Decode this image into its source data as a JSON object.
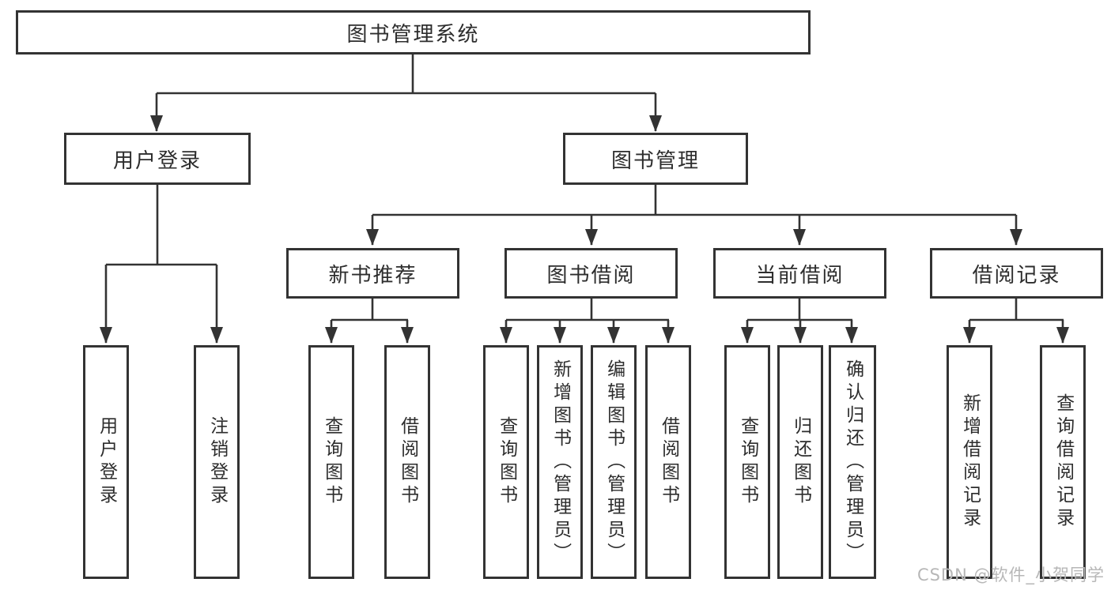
{
  "tree": {
    "root": {
      "label": "图书管理系统"
    },
    "children": [
      {
        "label": "用户登录",
        "children": [
          {
            "label": "用户登录"
          },
          {
            "label": "注销登录"
          }
        ]
      },
      {
        "label": "图书管理",
        "children": [
          {
            "label": "新书推荐",
            "children": [
              {
                "label": "查询图书"
              },
              {
                "label": "借阅图书"
              }
            ]
          },
          {
            "label": "图书借阅",
            "children": [
              {
                "label": "查询图书"
              },
              {
                "label": "新增图书（管理员）"
              },
              {
                "label": "编辑图书（管理员）"
              },
              {
                "label": "借阅图书"
              }
            ]
          },
          {
            "label": "当前借阅",
            "children": [
              {
                "label": "查询图书"
              },
              {
                "label": "归还图书"
              },
              {
                "label": "确认归还（管理员）"
              }
            ]
          },
          {
            "label": "借阅记录",
            "children": [
              {
                "label": "新增借阅记录"
              },
              {
                "label": "查询借阅记录"
              }
            ]
          }
        ]
      }
    ]
  },
  "watermark": {
    "text": "CSDN @软件_小贺同学"
  },
  "colors": {
    "line": "#333333",
    "text": "#2d2d2d",
    "background": "#ffffff",
    "watermark": "#b7b7b7"
  }
}
